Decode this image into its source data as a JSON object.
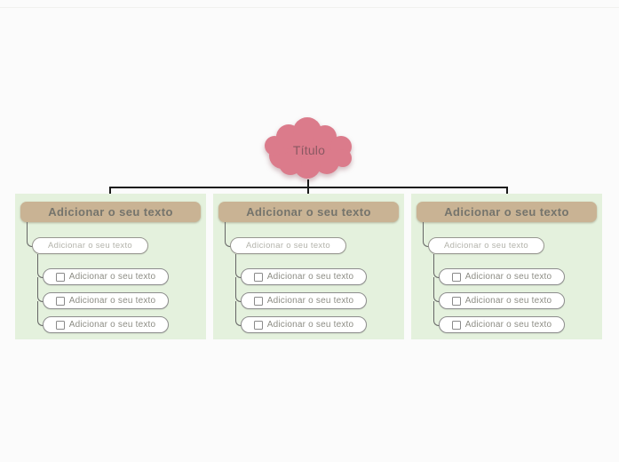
{
  "canvas": {
    "background": "#fbfbfb"
  },
  "root_topic": {
    "label": "Título",
    "shape": "cloud",
    "fill": "#db7b8b",
    "text_color": "#8a5862"
  },
  "colors": {
    "branch_background": "#e4f1dd",
    "branch_header_fill": "#c9b394",
    "branch_header_text": "#75746c",
    "connector_dark": "#1a1a1a",
    "connector_gray": "#666666",
    "node_border": "#8d8d8d",
    "subtopic_text": "#b3b3ab",
    "task_text": "#8d8d85"
  },
  "branches": [
    {
      "header_label": "Adicionar o seu texto",
      "subtopic_label": "Adicionar o seu texto",
      "tasks": [
        {
          "label": "Adicionar o seu texto",
          "checked": false
        },
        {
          "label": "Adicionar o seu texto",
          "checked": false
        },
        {
          "label": "Adicionar o seu texto",
          "checked": false
        }
      ]
    },
    {
      "header_label": "Adicionar o seu texto",
      "subtopic_label": "Adicionar o seu texto",
      "tasks": [
        {
          "label": "Adicionar o seu texto",
          "checked": false
        },
        {
          "label": "Adicionar o seu texto",
          "checked": false
        },
        {
          "label": "Adicionar o seu texto",
          "checked": false
        }
      ]
    },
    {
      "header_label": "Adicionar o seu texto",
      "subtopic_label": "Adicionar o seu texto",
      "tasks": [
        {
          "label": "Adicionar o seu texto",
          "checked": false
        },
        {
          "label": "Adicionar o seu texto",
          "checked": false
        },
        {
          "label": "Adicionar o seu texto",
          "checked": false
        }
      ]
    }
  ]
}
